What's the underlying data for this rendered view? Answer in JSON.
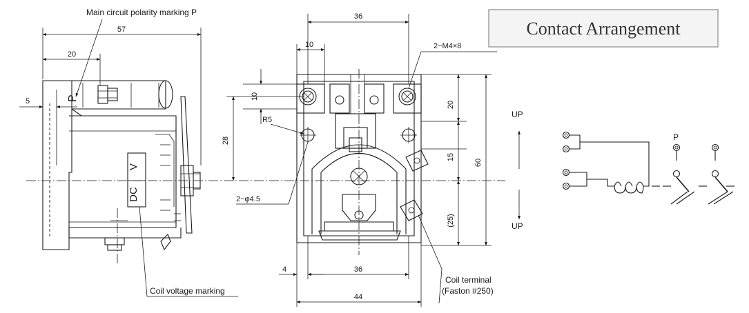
{
  "title": "Contact Arrangement",
  "labels": {
    "polarity_marking": "Main circuit polarity marking P",
    "coil_voltage_marking": "Coil voltage marking",
    "coil_terminal_line1": "Coil terminal",
    "coil_terminal_line2": "(Faston #250)",
    "screw_spec": "2−M4×8",
    "hole_spec": "2−φ4.5",
    "radius": "R5",
    "up_top": "UP",
    "up_bottom": "UP",
    "polarity_p": "P",
    "body_p": "P",
    "body_dc": "DC",
    "body_v": "V"
  },
  "dimensions": {
    "d57": "57",
    "d20_left": "20",
    "d5": "5",
    "d36_top": "36",
    "d10_top": "10",
    "d10_side": "10",
    "d28": "28",
    "d20_right": "20",
    "d15": "15",
    "d25": "(25)",
    "d60": "60",
    "d4": "4",
    "d36_bottom": "36",
    "d44": "44"
  }
}
